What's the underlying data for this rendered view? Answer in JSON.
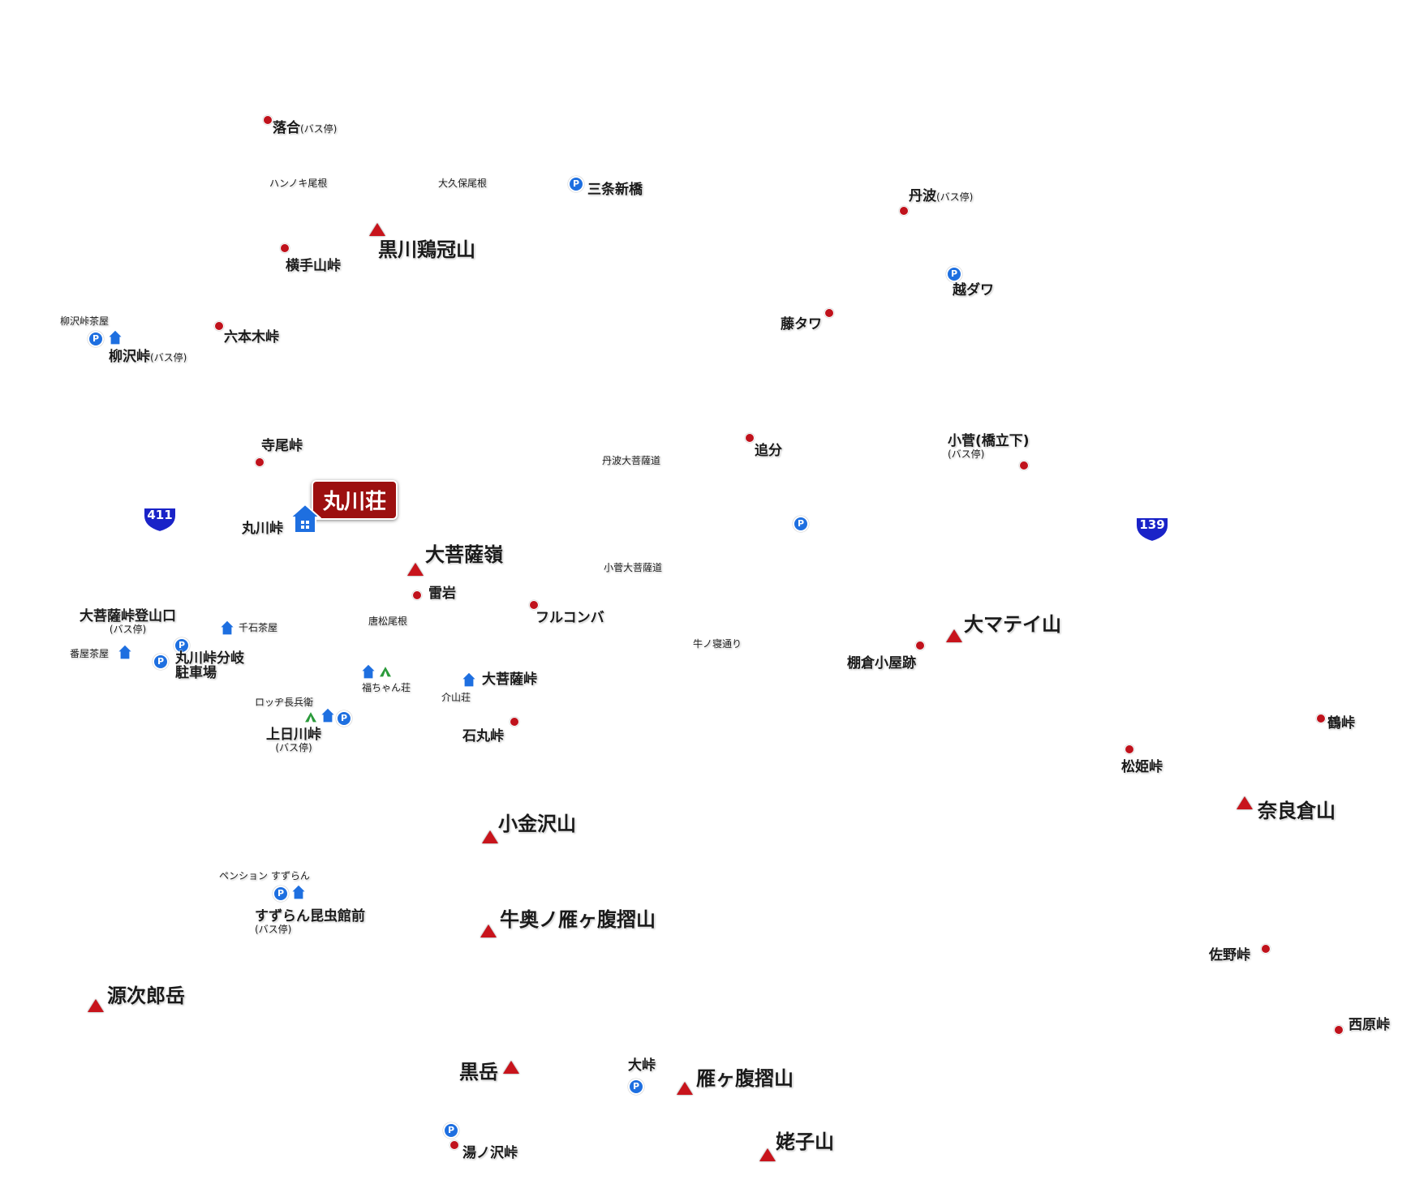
{
  "map": {
    "lodge": {
      "name": "丸川荘"
    },
    "routes": {
      "r411": "411",
      "r139": "139"
    },
    "parking_letter": "P",
    "places": {
      "ochiai": {
        "name": "落合",
        "sub": "(バス停)"
      },
      "hannoki": {
        "name": "ハンノキ尾根"
      },
      "ookubo": {
        "name": "大久保尾根"
      },
      "sanjo": {
        "name": "三条新橋"
      },
      "tanba": {
        "name": "丹波",
        "sub": "(バス停)"
      },
      "kurokawa": {
        "name": "黒川鶏冠山"
      },
      "yokote": {
        "name": "横手山峠"
      },
      "koshidawa": {
        "name": "越ダワ"
      },
      "fujitawa": {
        "name": "藤タワ"
      },
      "yanagisawa_chaya": {
        "name": "柳沢峠茶屋"
      },
      "roppongi": {
        "name": "六本木峠"
      },
      "yanagisawa": {
        "name": "柳沢峠",
        "sub": "(バス停)"
      },
      "oiwake": {
        "name": "追分"
      },
      "kosuge": {
        "name": "小菅(橋立下)",
        "sub": "(バス停)"
      },
      "terao": {
        "name": "寺尾峠"
      },
      "tanba_michi": {
        "name": "丹波大菩薩道"
      },
      "marukawa_toge": {
        "name": "丸川峠"
      },
      "daibosatsu_rei": {
        "name": "大菩薩嶺"
      },
      "kosuge_michi": {
        "name": "小菅大菩薩道"
      },
      "kaminari": {
        "name": "雷岩"
      },
      "furukonba": {
        "name": "フルコンバ"
      },
      "karamatsu": {
        "name": "唐松尾根"
      },
      "tozanguchi": {
        "name": "大菩薩峠登山口",
        "sub": "(バス停)"
      },
      "sengoku": {
        "name": "千石茶屋"
      },
      "banya": {
        "name": "番屋茶屋"
      },
      "bunki": {
        "name": "丸川峠分岐",
        "line2": "駐車場"
      },
      "ushinone": {
        "name": "牛ノ寝通り"
      },
      "tanakura": {
        "name": "棚倉小屋跡"
      },
      "dai_matei": {
        "name": "大マテイ山"
      },
      "fukuchan": {
        "name": "福ちゃん荘"
      },
      "daibosatsu_toge": {
        "name": "大菩薩峠"
      },
      "kaisan": {
        "name": "介山荘"
      },
      "lodge_chobee": {
        "name": "ロッヂ長兵衛"
      },
      "kaminikkawa": {
        "name": "上日川峠",
        "sub": "(バス停)"
      },
      "ishimaru": {
        "name": "石丸峠"
      },
      "tsuru": {
        "name": "鶴峠"
      },
      "matsuhime": {
        "name": "松姫峠"
      },
      "narakura": {
        "name": "奈良倉山"
      },
      "kogane": {
        "name": "小金沢山"
      },
      "pension": {
        "name": "ペンション すずらん"
      },
      "suzuran": {
        "name": "すずらん昆虫館前",
        "sub": "(バス停)"
      },
      "ushioku": {
        "name": "牛奥ノ雁ヶ腹摺山"
      },
      "sano": {
        "name": "佐野峠"
      },
      "genjiro": {
        "name": "源次郎岳"
      },
      "nishihara": {
        "name": "西原峠"
      },
      "kurodake": {
        "name": "黒岳"
      },
      "otoge": {
        "name": "大峠"
      },
      "gangahara": {
        "name": "雁ヶ腹摺山"
      },
      "yunosawa": {
        "name": "湯ノ沢峠"
      },
      "ubako": {
        "name": "姥子山"
      }
    }
  },
  "colors": {
    "peak": "#c8141c",
    "pass": "#c0121c",
    "parking": "#1e6fe0",
    "hut": "#1e6fe0",
    "tent": "#2a9a3a",
    "lodge": "#9c1010",
    "route": "#1a23c8"
  }
}
